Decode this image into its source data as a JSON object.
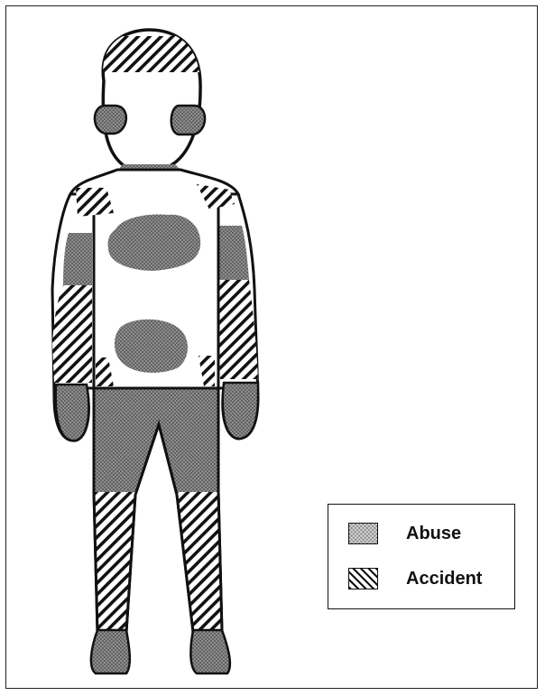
{
  "legend": {
    "items": [
      {
        "label": "Abuse",
        "pattern": "crosshatch",
        "color": "#8a8a8a"
      },
      {
        "label": "Accident",
        "pattern": "diagonal-stripes",
        "color": "#111111"
      }
    ]
  },
  "colors": {
    "outline": "#111111",
    "abuse_fill": "#8a8a8a",
    "background": "#ffffff"
  }
}
